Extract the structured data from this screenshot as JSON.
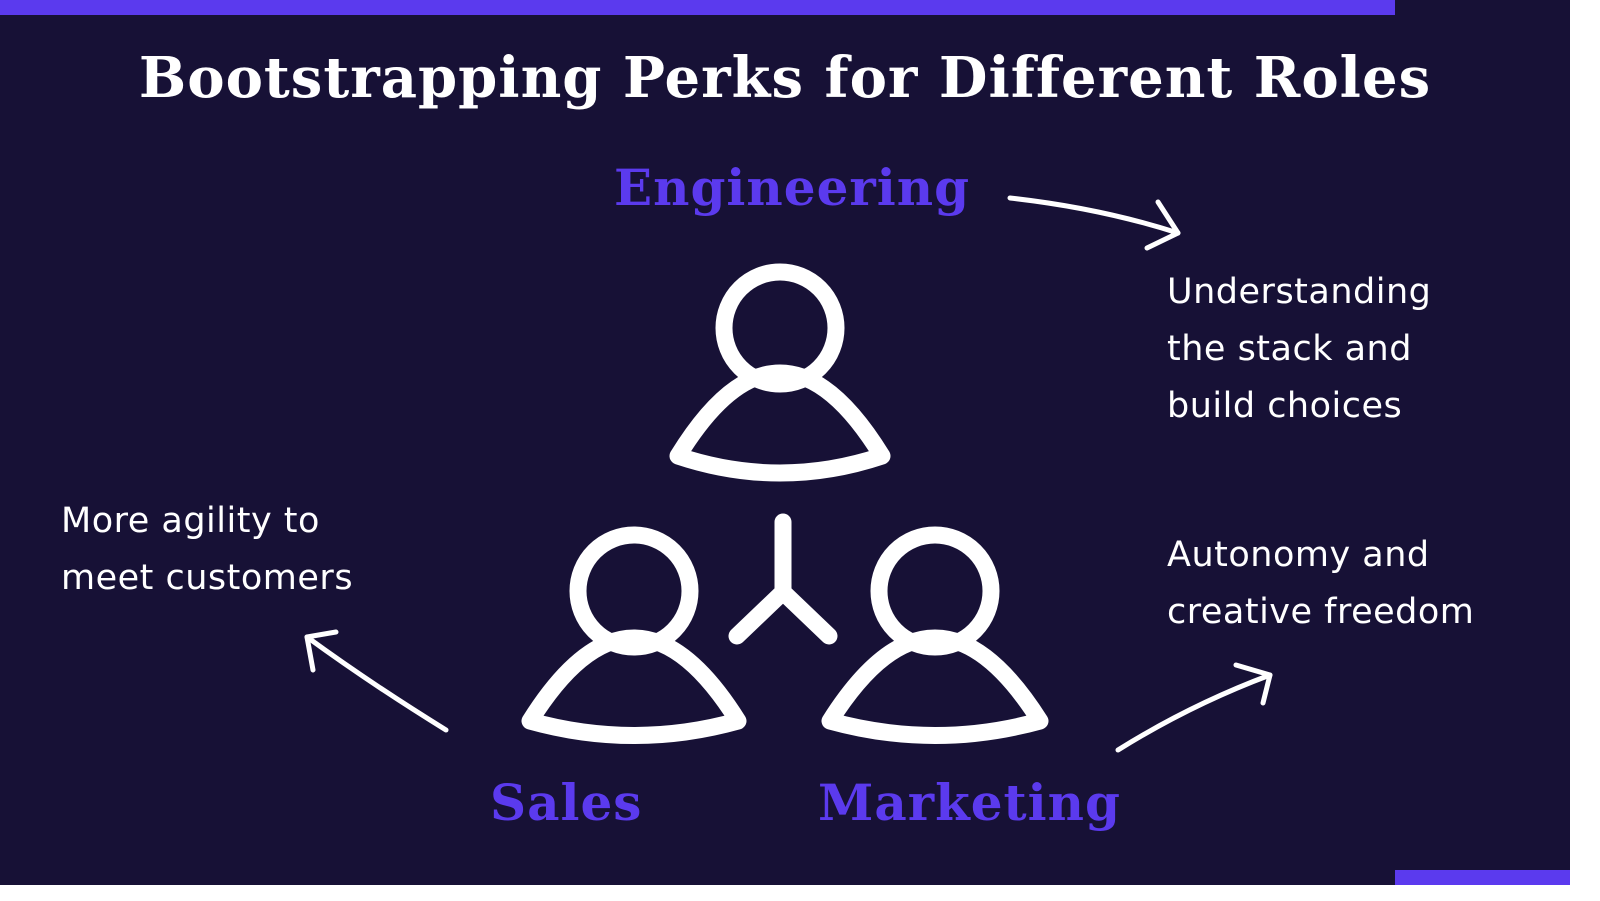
{
  "title": "Bootstrapping Perks for Different Roles",
  "colors": {
    "background": "#171136",
    "accent": "#5b3aee",
    "text": "#ffffff",
    "icon": "#ffffff"
  },
  "roles": {
    "engineering": {
      "label": "Engineering",
      "perk_lines": [
        "Understanding",
        "the stack and",
        "build choices"
      ]
    },
    "sales": {
      "label": "Sales",
      "perk_lines": [
        "More agility to",
        "meet customers"
      ]
    },
    "marketing": {
      "label": "Marketing",
      "perk_lines": [
        "Autonomy and",
        "creative freedom"
      ]
    }
  },
  "icons": [
    "person-icon",
    "person-icon",
    "person-icon",
    "branch-connector-icon",
    "arrow-icon"
  ]
}
